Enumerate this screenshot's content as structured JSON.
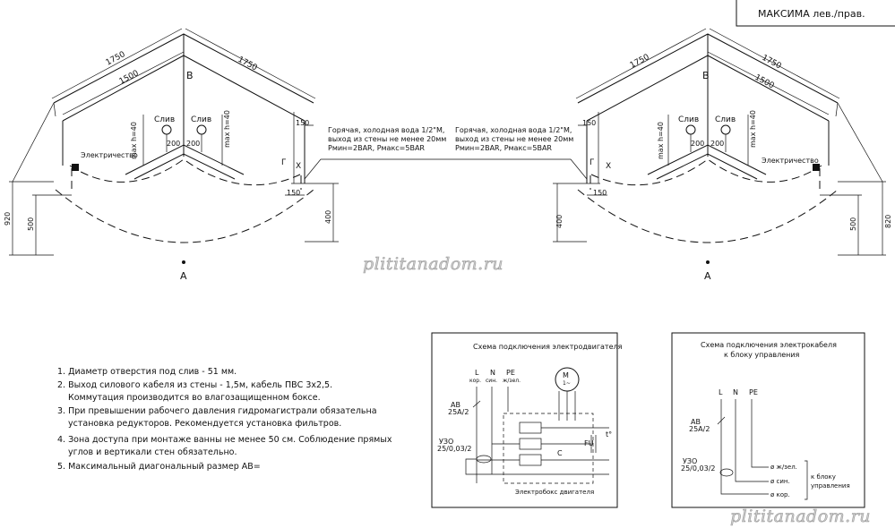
{
  "title": "МАКСИМА лев./прав.",
  "watermark": "plititanadom.ru",
  "left_plan": {
    "dim_top_left": "1750",
    "dim_top_right": "1750",
    "dim_inner_left": "1500",
    "point_b": "B",
    "point_a": "A",
    "drain_left": "Слив",
    "drain_right": "Слив",
    "d200_left": "200",
    "d200_right": "200",
    "hmax_left": "max h=40",
    "hmax_right": "max h=40",
    "electric": "Электричество",
    "dim_920": "920",
    "dim_500": "500",
    "dim_400": "400",
    "dim_150_top": "150",
    "dim_150_bot": "150",
    "g_label": "Г",
    "x_label": "Х",
    "water_note": [
      "Горячая, холодная вода 1/2\"М,",
      "выход из стены не менее 20мм",
      "Рмин=2BAR, Рмакс=5BAR"
    ]
  },
  "right_plan": {
    "dim_top_left": "1750",
    "dim_top_right": "1750",
    "dim_inner_right": "1500",
    "point_b": "B",
    "point_a": "A",
    "drain_left": "Слив",
    "drain_right": "Слив",
    "d200_left": "200",
    "d200_right": "200",
    "hmax_left": "max h=40",
    "hmax_right": "max h=40",
    "electric": "Электричество",
    "dim_820": "820",
    "dim_500": "500",
    "dim_400": "400",
    "dim_150_top": "150",
    "dim_150_bot": "150",
    "g_label": "Г",
    "x_label": "Х",
    "water_note": [
      "Горячая, холодная вода 1/2\"М,",
      "выход из стены не менее 20мм",
      "Рмин=2BAR, Рмакс=5BAR"
    ]
  },
  "notes": [
    "1. Диаметр отверстия под слив - 51 мм.",
    "2. Выход силового кабеля из стены - 1,5м, кабель ПВС 3х2,5.",
    "Коммутация производится во влагозащищенном боксе.",
    "3. При превышении рабочего давления гидромагистрали обязательна",
    "установка редукторов. Рекомендуется установка фильтров.",
    "4. Зона доступа при монтаже ванны не менее 50 см. Соблюдение прямых",
    "углов и вертикали стен обязательно.",
    "5. Максимальный диагональный размер АВ="
  ],
  "motor_scheme": {
    "title": "Схема подключения электродвигателя",
    "l": "L",
    "n": "N",
    "pe": "PE",
    "l_sub": "кор.",
    "n_sub": "син.",
    "pe_sub": "ж/зел.",
    "av": "АВ",
    "av_rating": "25А/2",
    "uzo": "УЗО",
    "uzo_rating": "25/0,03/2",
    "motor": "M",
    "motor_sub": "1~",
    "fu": "FU",
    "t": "t°",
    "c": "C",
    "box": "Электробокс двигателя"
  },
  "cable_scheme": {
    "title_1": "Схема подключения электрокабеля",
    "title_2": "к блоку управления",
    "l": "L",
    "n": "N",
    "pe": "PE",
    "av": "АВ",
    "av_rating": "25А/2",
    "uzo": "УЗО",
    "uzo_rating": "25/0,03/2",
    "w1": "ø ж/зел.",
    "w2": "ø син.",
    "w3": "ø кор.",
    "to_block_1": "к блоку",
    "to_block_2": "управления"
  }
}
